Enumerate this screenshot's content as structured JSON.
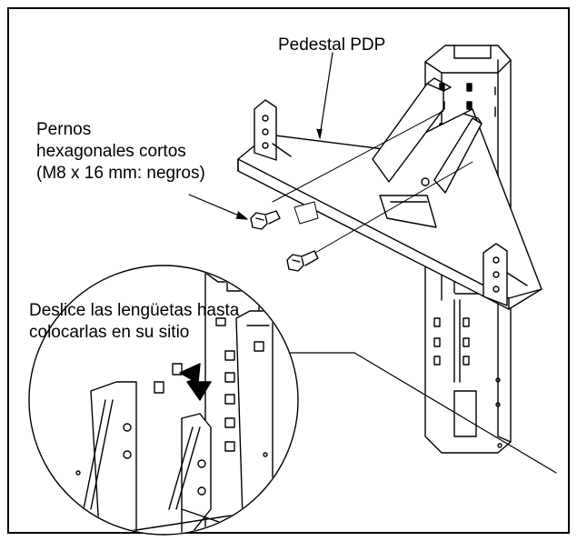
{
  "labels": {
    "pedestal": "Pedestal PDP",
    "bolts_line1": "Pernos",
    "bolts_line2": "hexagonales cortos",
    "bolts_line3": "(M8 x 16 mm: negros)",
    "slide_line1": "Deslice las lengüetas hasta",
    "slide_line2": "colocarlas en su sitio"
  },
  "colors": {
    "line": "#000000",
    "background": "#ffffff"
  }
}
